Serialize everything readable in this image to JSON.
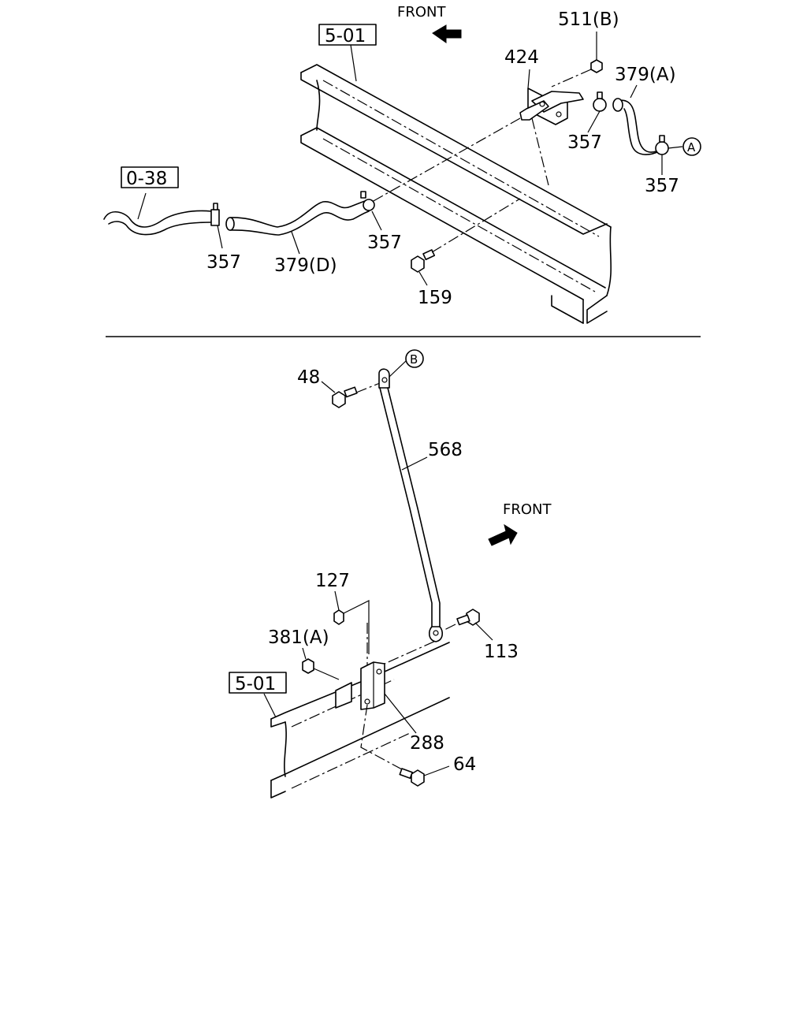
{
  "top": {
    "front_label": "FRONT",
    "ref_5_01": "5-01",
    "ref_0_38": "0-38",
    "label_511b": "511(B)",
    "label_424": "424",
    "label_379a": "379(A)",
    "label_357_upper": "357",
    "label_357_right": "357",
    "label_357_mid": "357",
    "label_357_left": "357",
    "label_379d": "379(D)",
    "label_159": "159",
    "marker_a": "A"
  },
  "bottom": {
    "front_label": "FRONT",
    "ref_5_01": "5-01",
    "marker_b": "B",
    "label_48": "48",
    "label_568": "568",
    "label_127": "127",
    "label_381a": "381(A)",
    "label_113": "113",
    "label_288": "288",
    "label_64": "64"
  }
}
